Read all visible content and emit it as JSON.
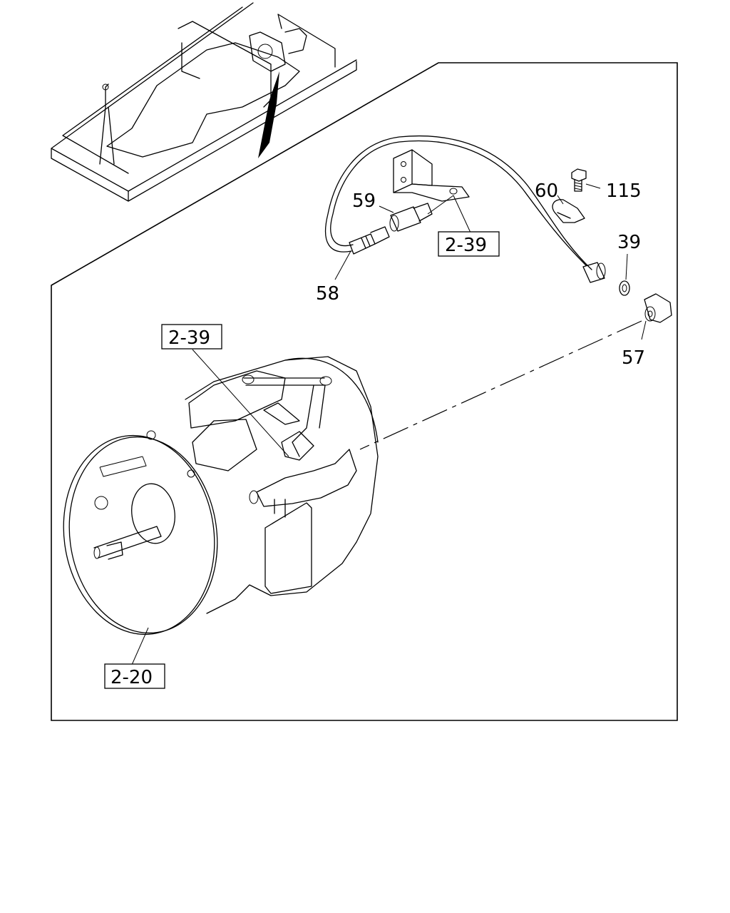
{
  "callouts": {
    "c58": "58",
    "c59": "59",
    "c60": "60",
    "c115": "115",
    "c39": "39",
    "c57": "57"
  },
  "refs": {
    "bracket": "2-39",
    "transmission_top": "2-39",
    "transmission_bottom": "2-20"
  }
}
